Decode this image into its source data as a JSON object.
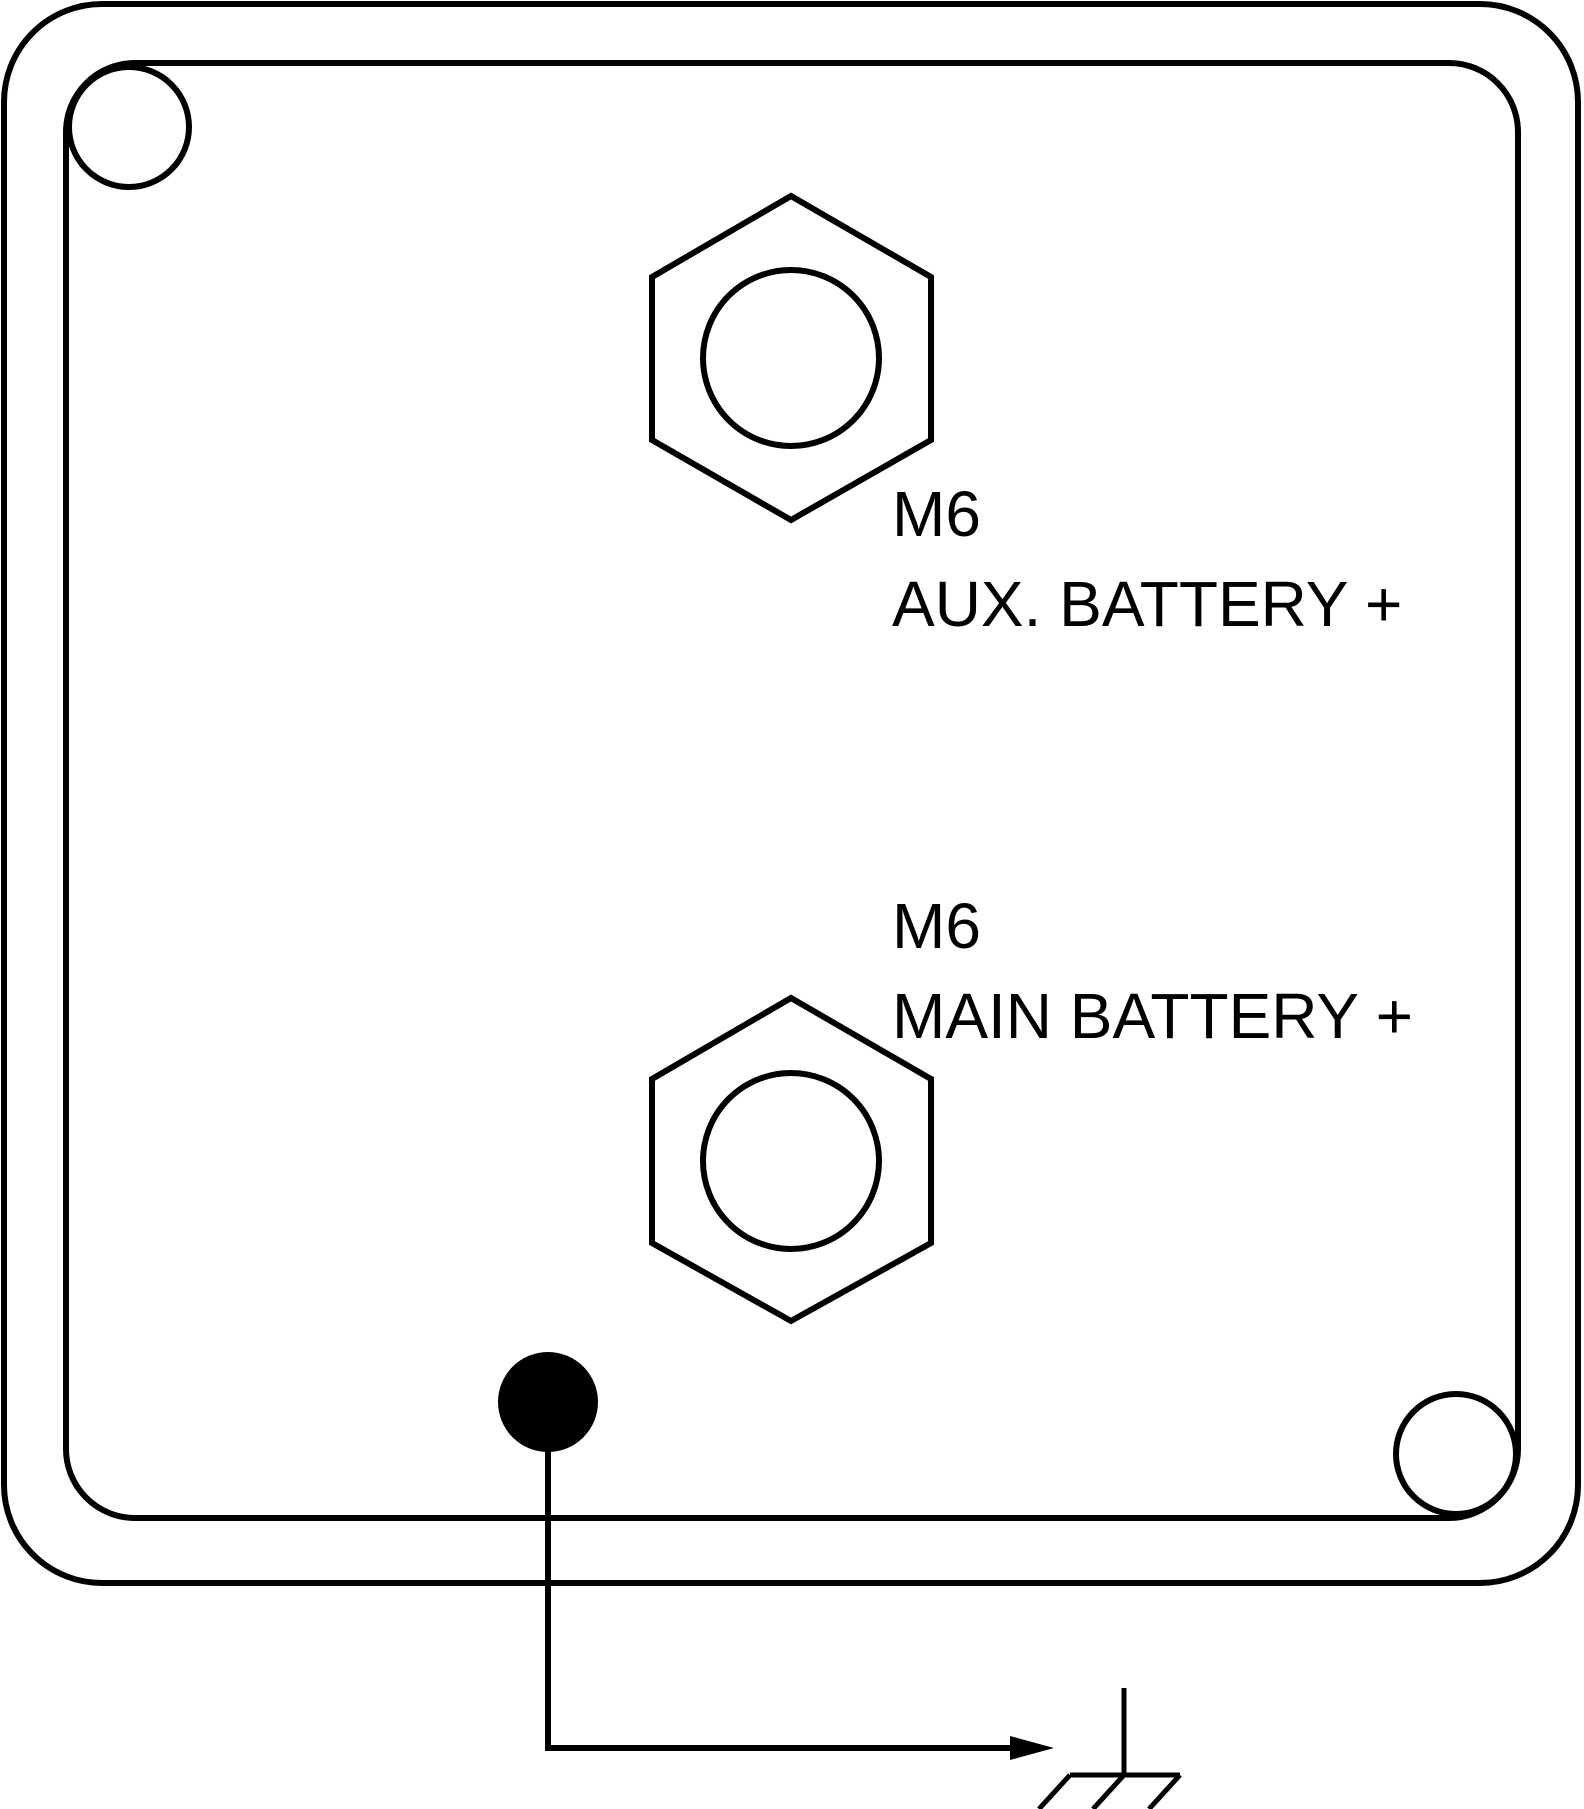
{
  "terminals": [
    {
      "size": "M6",
      "label": "AUX. BATTERY +"
    },
    {
      "size": "M6",
      "label": "MAIN BATTERY +"
    }
  ],
  "colors": {
    "stroke": "#000000",
    "background": "#ffffff"
  }
}
